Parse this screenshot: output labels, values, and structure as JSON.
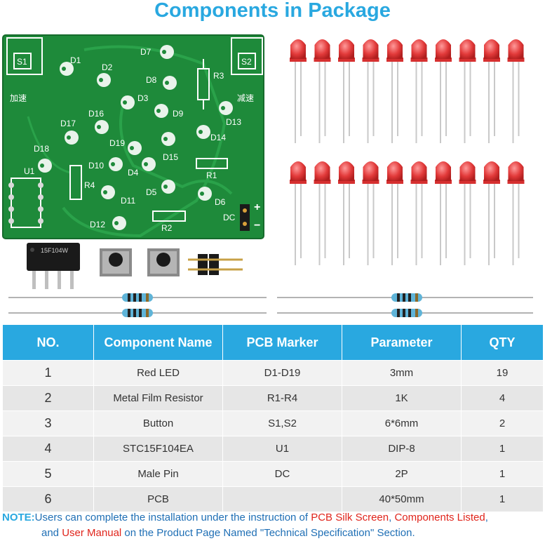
{
  "title": "Components in Package",
  "pcb_labels": {
    "s1": "S1",
    "s2": "S2",
    "accel": "加速",
    "decel": "减速",
    "d1": "D1",
    "d2": "D2",
    "d3": "D3",
    "d4": "D4",
    "d5": "D5",
    "d6": "D6",
    "d7": "D7",
    "d8": "D8",
    "d9": "D9",
    "d10": "D10",
    "d11": "D11",
    "d12": "D12",
    "d13": "D13",
    "d14": "D14",
    "d15": "D15",
    "d16": "D16",
    "d17": "D17",
    "d18": "D18",
    "d19": "D19",
    "r1": "R1",
    "r2": "R2",
    "r3": "R3",
    "r4": "R4",
    "u1": "U1",
    "dc": "DC",
    "plus": "+",
    "minus": "−"
  },
  "chip_label": "15F104W",
  "table": {
    "headers": [
      "NO.",
      "Component Name",
      "PCB Marker",
      "Parameter",
      "QTY"
    ],
    "rows": [
      [
        "1",
        "Red LED",
        "D1-D19",
        "3mm",
        "19"
      ],
      [
        "2",
        "Metal Film Resistor",
        "R1-R4",
        "1K",
        "4"
      ],
      [
        "3",
        "Button",
        "S1,S2",
        "6*6mm",
        "2"
      ],
      [
        "4",
        "STC15F104EA",
        "U1",
        "DIP-8",
        "1"
      ],
      [
        "5",
        "Male Pin",
        "DC",
        "2P",
        "1"
      ],
      [
        "6",
        "PCB",
        "",
        "40*50mm",
        "1"
      ]
    ]
  },
  "note": {
    "label": "NOTE:",
    "t1": "Users can complete the installation under the instruction of ",
    "h1": "PCB Silk Screen",
    "t2": ", ",
    "h2": "Components Listed",
    "t3": ",",
    "t4": "and ",
    "h3": "User Manual",
    "t5": " on the Product Page Named \"Technical Specification\" Section."
  },
  "colors": {
    "accent": "#29a8e0",
    "pcb": "#1e8a3a",
    "led": "#e23a3a",
    "highlight": "#e0241b"
  }
}
